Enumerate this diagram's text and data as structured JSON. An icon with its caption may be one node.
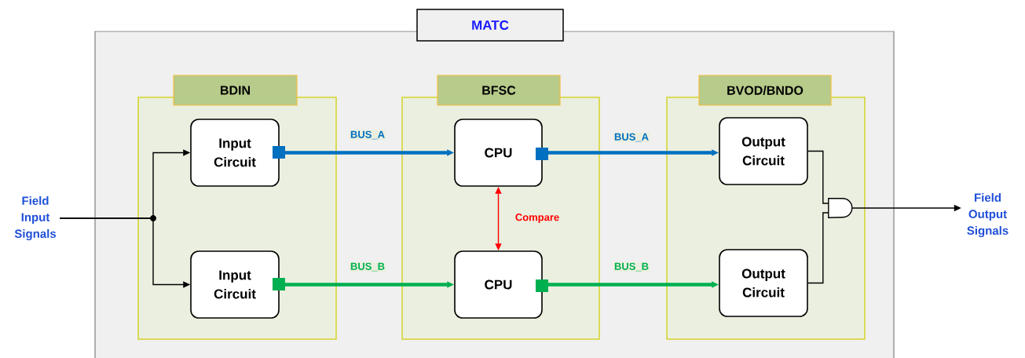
{
  "diagram": {
    "nodes": [
      {
        "text": [
          "MATC"
        ]
      },
      {
        "text": [
          "BDIN"
        ],
        "in": 0
      },
      {
        "text": [
          "Input Circuit"
        ],
        "in": 1
      },
      {
        "text": [
          "Input Circuit"
        ],
        "in": 1
      },
      {
        "text": [
          "BFSC"
        ],
        "in": 0
      },
      {
        "text": [
          "CPU"
        ],
        "in": 4
      },
      {
        "text": [
          "CPU"
        ],
        "in": 4
      },
      {
        "text": [
          "BVOD/BNDO"
        ],
        "in": 0
      },
      {
        "text": [
          "Output Circuit"
        ],
        "in": 7
      },
      {
        "text": [
          "Output Circuit"
        ],
        "in": 7
      },
      {
        "text": [],
        "shape": "gate",
        "in": 7
      },
      {
        "text": [
          "Field Input Signals"
        ]
      },
      {
        "text": [
          "Field Output Signals"
        ]
      }
    ],
    "edges": [
      {
        "from": 11,
        "to": 2,
        "arrow": "to"
      },
      {
        "from": 11,
        "to": 3,
        "arrow": "to"
      },
      {
        "from": 2,
        "to": 5,
        "arrow": "to",
        "label": "BUS_A",
        "style": "thick",
        "color": "#0070c0"
      },
      {
        "from": 3,
        "to": 6,
        "arrow": "to",
        "label": "BUS_B",
        "style": "thick",
        "color": "#00b050"
      },
      {
        "from": 5,
        "to": 8,
        "arrow": "to",
        "label": "BUS_A",
        "style": "thick",
        "color": "#0070c0"
      },
      {
        "from": 6,
        "to": 9,
        "arrow": "to",
        "label": "BUS_B",
        "style": "thick",
        "color": "#00b050"
      },
      {
        "from": 5,
        "to": 6,
        "arrow": "both",
        "label": "Compare",
        "color": "#ff0000"
      },
      {
        "from": 8,
        "to": 10,
        "arrow": "none"
      },
      {
        "from": 9,
        "to": 10,
        "arrow": "none"
      },
      {
        "from": 10,
        "to": 12,
        "arrow": "to"
      }
    ]
  }
}
